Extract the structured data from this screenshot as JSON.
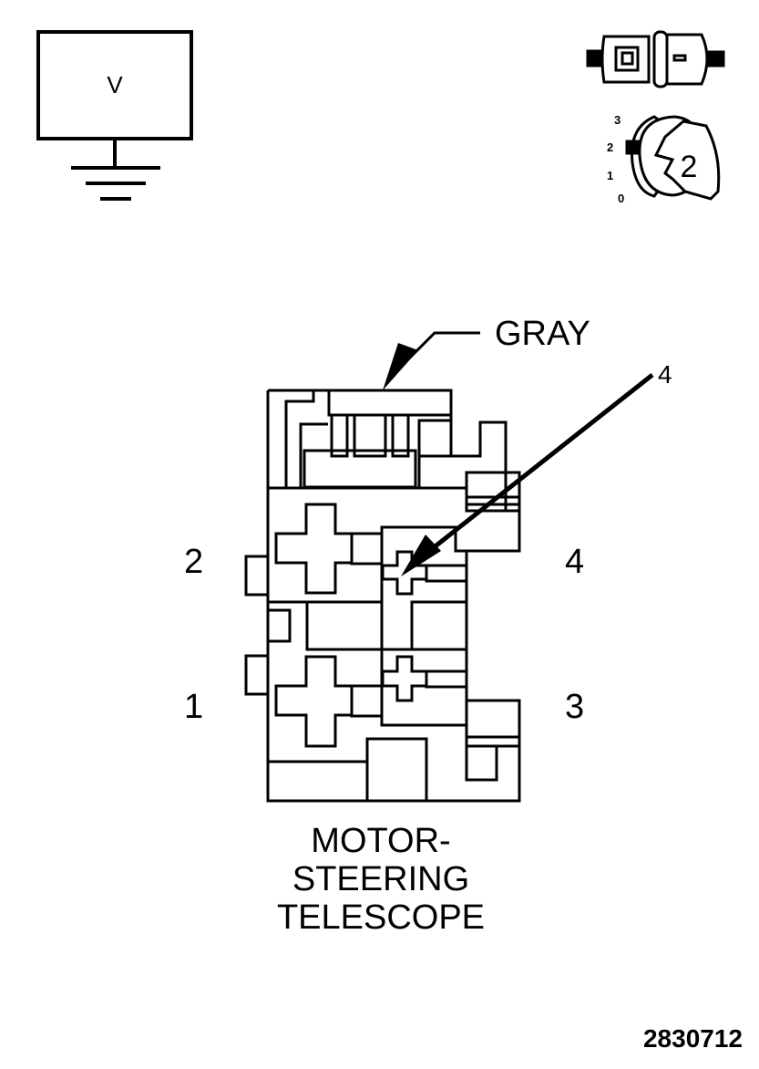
{
  "meter": {
    "symbol": "V",
    "ground": true
  },
  "key_switch": {
    "positions": [
      "3",
      "2",
      "1",
      "0"
    ],
    "key_number": "2"
  },
  "connector": {
    "color_callout": "GRAY",
    "pin_callout": "4",
    "pin_labels": {
      "top_left": "2",
      "top_right": "4",
      "bottom_left": "1",
      "bottom_right": "3"
    }
  },
  "component": {
    "title_lines": [
      "MOTOR-",
      "STEERING",
      "TELESCOPE"
    ]
  },
  "figure_code": "2830712",
  "colors": {
    "stroke": "#000000",
    "background": "#ffffff"
  }
}
